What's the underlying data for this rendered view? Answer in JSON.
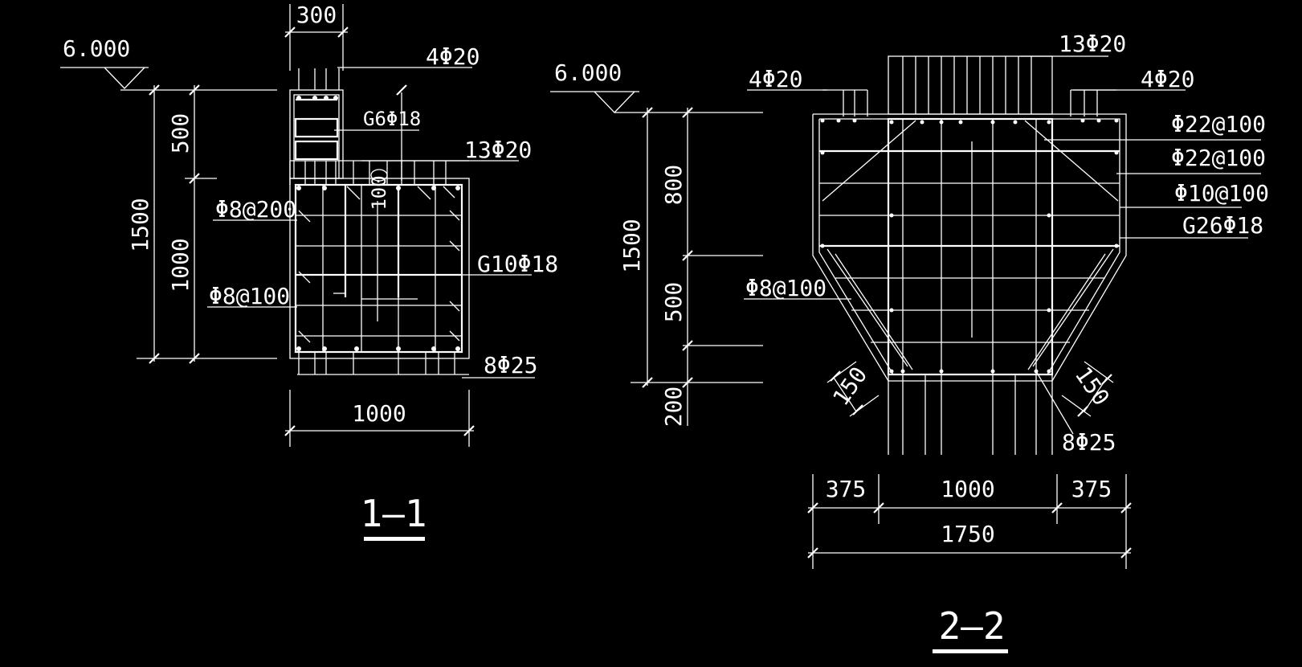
{
  "section_1": {
    "title": "1—1",
    "elevation": "6.000",
    "dims": {
      "top_width": "300",
      "height_upper": "500",
      "height_total": "1500",
      "height_lower": "1000",
      "bottom_width": "1000",
      "inner": "100"
    },
    "rebar": {
      "top_bars": "4Φ20",
      "stirrup_upper": "G6Φ18",
      "bars_mid": "13Φ20",
      "stirrup_a": "Φ8@200",
      "side_bars": "G10Φ18",
      "stirrup_b": "Φ8@100",
      "bottom_bars": "8Φ25"
    }
  },
  "section_2": {
    "title": "2—2",
    "elevation": "6.000",
    "dims": {
      "h_total": "1500",
      "h_top": "800",
      "h_mid": "500",
      "h_bot": "200",
      "chamfer_left": "150",
      "chamfer_right": "150",
      "w_left": "375",
      "w_mid": "1000",
      "w_right": "375",
      "w_total": "1750"
    },
    "rebar": {
      "top_center": "13Φ20",
      "top_left": "4Φ20",
      "top_right": "4Φ20",
      "r1": "Φ22@100",
      "r2": "Φ22@100",
      "r3": "Φ10@100",
      "r4": "G26Φ18",
      "left_mid": "Φ8@100",
      "bottom_bars": "8Φ25"
    }
  }
}
